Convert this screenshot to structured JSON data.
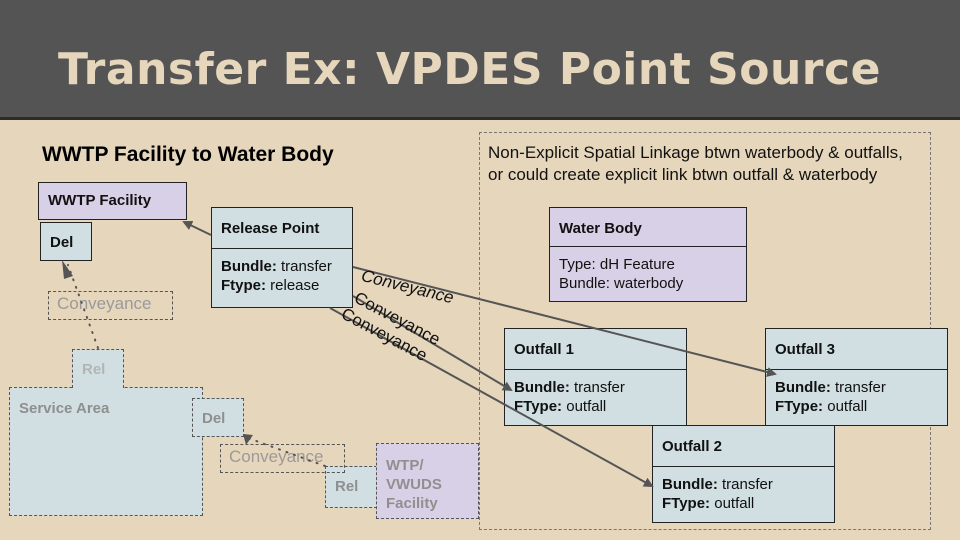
{
  "header": {
    "title": "Transfer Ex: VPDES Point Source"
  },
  "subtitle": "WWTP Facility to Water Body",
  "note": {
    "line1": "Non-Explicit Spatial Linkage btwn waterbody & outfalls,",
    "line2": "or could create explicit link btwn outfall & waterbody"
  },
  "nodes": {
    "wwtp_facility": {
      "title": "WWTP Facility"
    },
    "wwtp_del": {
      "title": "Del"
    },
    "release_point": {
      "title": "Release Point",
      "bundle_key": "Bundle:",
      "bundle_val": " transfer",
      "ftype_key": "Ftype:",
      "ftype_val": " release"
    },
    "water_body": {
      "title": "Water Body",
      "line1": "Type: dH Feature",
      "line2": "Bundle: waterbody"
    },
    "outfall1": {
      "title": "Outfall 1",
      "bundle_key": "Bundle:",
      "bundle_val": " transfer",
      "ftype_key": "FType:",
      "ftype_val": " outfall"
    },
    "outfall2": {
      "title": "Outfall 2",
      "bundle_key": "Bundle:",
      "bundle_val": " transfer",
      "ftype_key": "FType:",
      "ftype_val": " outfall"
    },
    "outfall3": {
      "title": "Outfall 3",
      "bundle_key": "Bundle:",
      "bundle_val": " transfer",
      "ftype_key": "FType:",
      "ftype_val": " outfall"
    },
    "service_area": {
      "title": "Service Area"
    },
    "service_rel": {
      "title": "Rel"
    },
    "service_del": {
      "title": "Del"
    },
    "wtp_rel": {
      "title": "Rel"
    },
    "wtp_facility": {
      "line1": "WTP/",
      "line2": "VWUDS",
      "line3": "Facility"
    }
  },
  "edges": {
    "conveyance_upper_gray": "Conveyance",
    "conveyance_lower_gray": "Conveyance",
    "conveyance_outfall3": "Conveyance",
    "conveyance_outfall1": "Conveyance",
    "conveyance_outfall2": "Conveyance"
  }
}
